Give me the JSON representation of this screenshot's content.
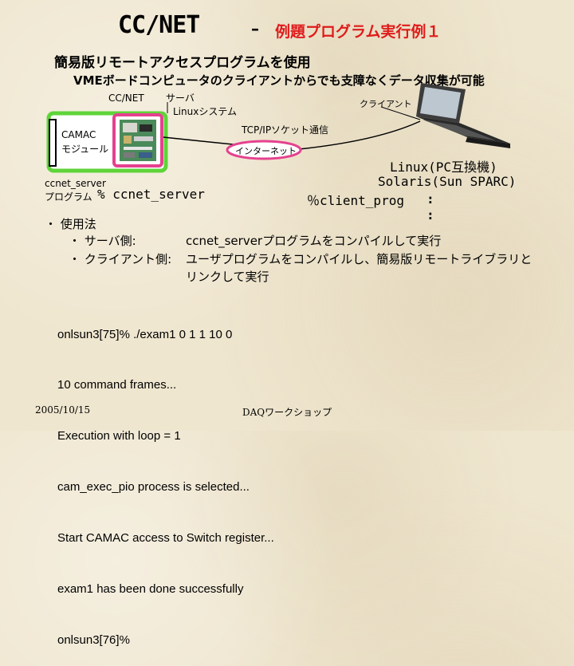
{
  "title": {
    "main": "CC/NET",
    "dash": "–",
    "sub": "例題プログラム実行例１"
  },
  "heading": "簡易版リモートアクセスプログラムを使用",
  "subheading": "VMEボードコンピュータのクライアントからでも支障なくデータ収集が可能",
  "diagram": {
    "ccnet_label": "CC/NET",
    "server_label_1": "サーバ",
    "server_label_2": "Linuxシステム",
    "client_label": "クライアント",
    "camac_label_1": "CAMAC",
    "camac_label_2": "モジュール",
    "tcp_label": "TCP/IPソケット通信",
    "internet_label": "インターネット",
    "ccnet_server_label_1": "ccnet_server",
    "ccnet_server_label_2": "プログラム",
    "server_cmd": "% ccnet_server",
    "linux_label": "Linux(PC互換機)",
    "solaris_label": "Solaris(Sun SPARC)",
    "client_cmd": "％client_prog",
    "colon_1": ":",
    "colon_2": ":"
  },
  "usage": {
    "title": "・ 使用法",
    "server_key": "・ サーバ側:",
    "server_val": "ccnet_serverプログラムをコンパイルして実行",
    "client_key": "・ クライアント側:",
    "client_val_1": "ユーザプログラムをコンパイルし、簡易版リモートライブラリと",
    "client_val_2": "リンクして実行"
  },
  "terminal": [
    "onlsun3[75]% ./exam1 0 1 1 10 0",
    "10 command frames...",
    "Execution with loop = 1",
    "cam_exec_pio process is selected...",
    "Start CAMAC access to Switch register...",
    "exam1 has been done successfully",
    "onlsun3[76]%"
  ],
  "footer": {
    "date": "2005/10/15",
    "event": "DAQワークショップ"
  }
}
